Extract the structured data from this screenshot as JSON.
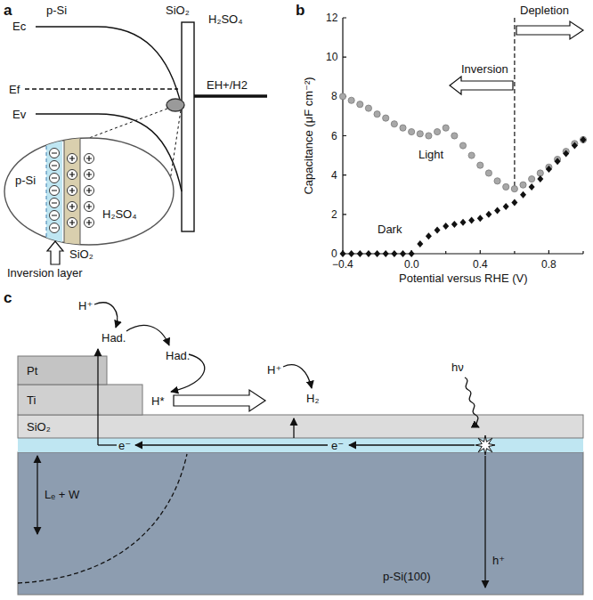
{
  "diagram": {
    "nodes": [
      {
        "text": [
          "p-Si",
          "H₂SO₄"
        ]
      },
      {
        "text": [
          "Pt"
        ]
      },
      {
        "text": [
          "Ti"
        ]
      },
      {
        "text": [
          "SiO₂"
        ]
      },
      {
        "text": [
          "p-Si(100)"
        ]
      }
    ],
    "labels": [
      "a",
      "p-Si",
      "SiO₂",
      "H₂SO₄",
      "Ec",
      "Ef",
      "Ev",
      "EH+/H2",
      "SiO₂",
      "Inversion layer",
      "b",
      "0",
      "2",
      "4",
      "6",
      "8",
      "10",
      "12",
      "−0.4",
      "0.0",
      "0.4",
      "0.8",
      "Capacitance (μF cm⁻²)",
      "Potential versus RHE (V)",
      "Inversion",
      "Depletion",
      "Light",
      "Dark",
      "c",
      "H⁺",
      "Had.",
      "Had.",
      "H*",
      "H⁺",
      "H₂",
      "hν",
      "e⁻",
      "e⁻",
      "h⁺",
      "Lₑ + W"
    ]
  }
}
